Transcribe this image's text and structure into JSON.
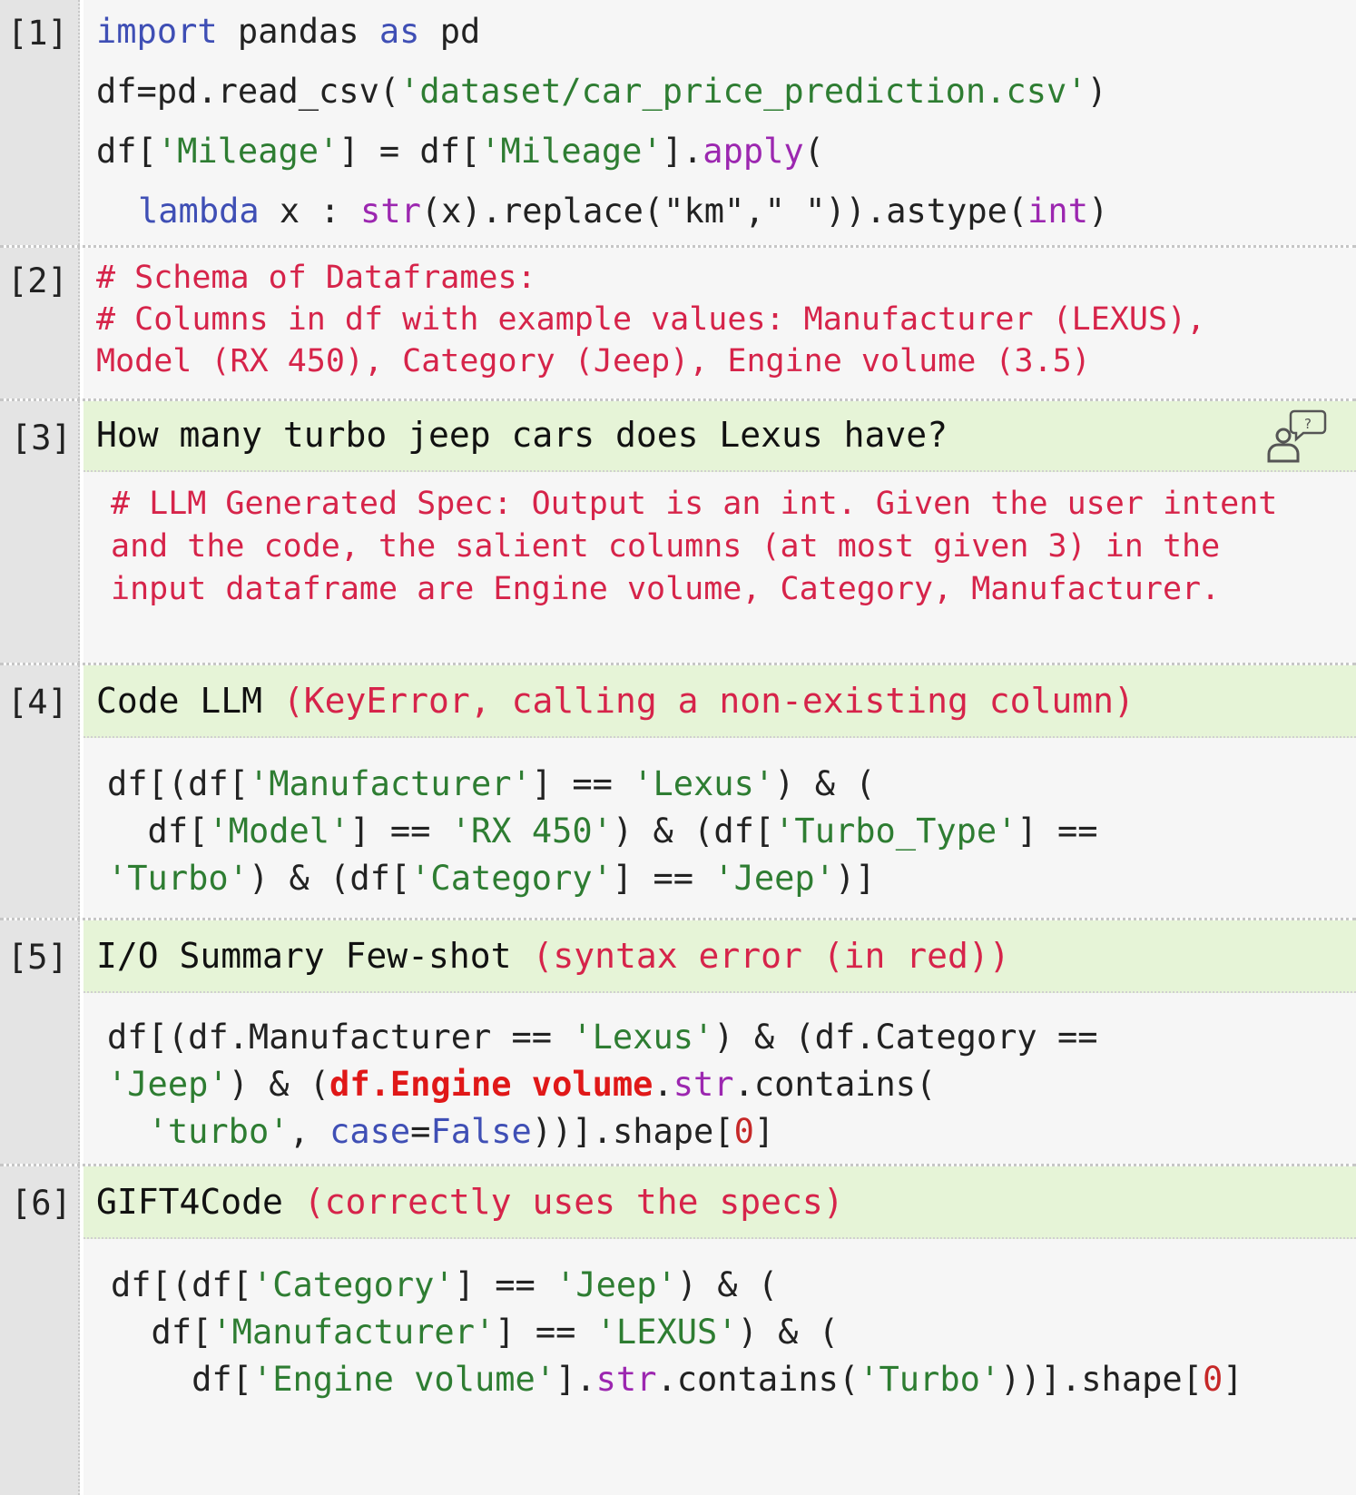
{
  "cells": {
    "c1": {
      "prompt": "[1]",
      "l1": {
        "a": "import",
        "b": " pandas ",
        "c": "as",
        "d": " pd"
      },
      "l2": {
        "a": "df=pd.read_csv(",
        "b": "'dataset/car_price_prediction.csv'",
        "c": ")"
      },
      "l3": {
        "a": "df[",
        "b": "'Mileage'",
        "c": "] = df[",
        "d": "'Mileage'",
        "e": "].",
        "f": "apply",
        "g": "("
      },
      "l4": {
        "a": "lambda",
        "b": " x : ",
        "c": "str",
        "d": "(x).replace(\"km\",\" \")).astype(",
        "e": "int",
        "f": ")"
      }
    },
    "c2": {
      "prompt": "[2]",
      "l1": "# Schema of Dataframes:",
      "l2": "# Columns in df with example values: Manufacturer (LEXUS),",
      "l3": "Model (RX 450), Category (Jeep), Engine volume (3.5)"
    },
    "c3": {
      "prompt": "[3]",
      "header": "How many turbo jeep cars does Lexus have?",
      "l1": "# LLM Generated Spec: Output is an int. Given the user intent",
      "l2": "and the code, the salient columns (at most given 3) in the",
      "l3": "input dataframe are Engine volume, Category, Manufacturer."
    },
    "c4": {
      "prompt": "[4]",
      "header_a": "Code LLM ",
      "header_b": "(KeyError, calling a non-existing column)",
      "l1": {
        "a": "df[(df[",
        "b": "'Manufacturer'",
        "c": "] == ",
        "d": "'Lexus'",
        "e": ") & ("
      },
      "l2": {
        "a": "  df[",
        "b": "'Model'",
        "c": "] == ",
        "d": "'RX 450'",
        "e": ") & (df[",
        "f": "'Turbo_Type'",
        "g": "] =="
      },
      "l3": {
        "a": "'Turbo'",
        "b": ") & (df[",
        "c": "'Category'",
        "d": "] == ",
        "e": "'Jeep'",
        "f": ")]"
      }
    },
    "c5": {
      "prompt": "[5]",
      "header_a": "I/O Summary Few-shot ",
      "header_b": "(syntax error (in red))",
      "l1": {
        "a": "df[(df.Manufacturer == ",
        "b": "'Lexus'",
        "c": ") & (df.Category =="
      },
      "l2": {
        "a": "'Jeep'",
        "b": ") & (",
        "c": "df.Engine volume",
        "d": ".",
        "e": "str",
        "f": ".contains("
      },
      "l3": {
        "a": "  ",
        "b": "'turbo'",
        "c": ", ",
        "d": "case",
        "e": "=",
        "f": "False",
        "g": "))].shape[",
        "h": "0",
        "i": "]"
      }
    },
    "c6": {
      "prompt": "[6]",
      "header_a": "GIFT4Code ",
      "header_b": "(correctly uses the specs)",
      "l1": {
        "a": "df[(df[",
        "b": "'Category'",
        "c": "] == ",
        "d": "'Jeep'",
        "e": ") & ("
      },
      "l2": {
        "a": "  df[",
        "b": "'Manufacturer'",
        "c": "] == ",
        "d": "'LEXUS'",
        "e": ") & ("
      },
      "l3": {
        "a": "    df[",
        "b": "'Engine volume'",
        "c": "].",
        "d": "str",
        "e": ".contains(",
        "f": "'Turbo'",
        "g": "))].shape[",
        "h": "0",
        "i": "]"
      }
    }
  },
  "icons": {
    "user_question": "user-question-icon"
  }
}
